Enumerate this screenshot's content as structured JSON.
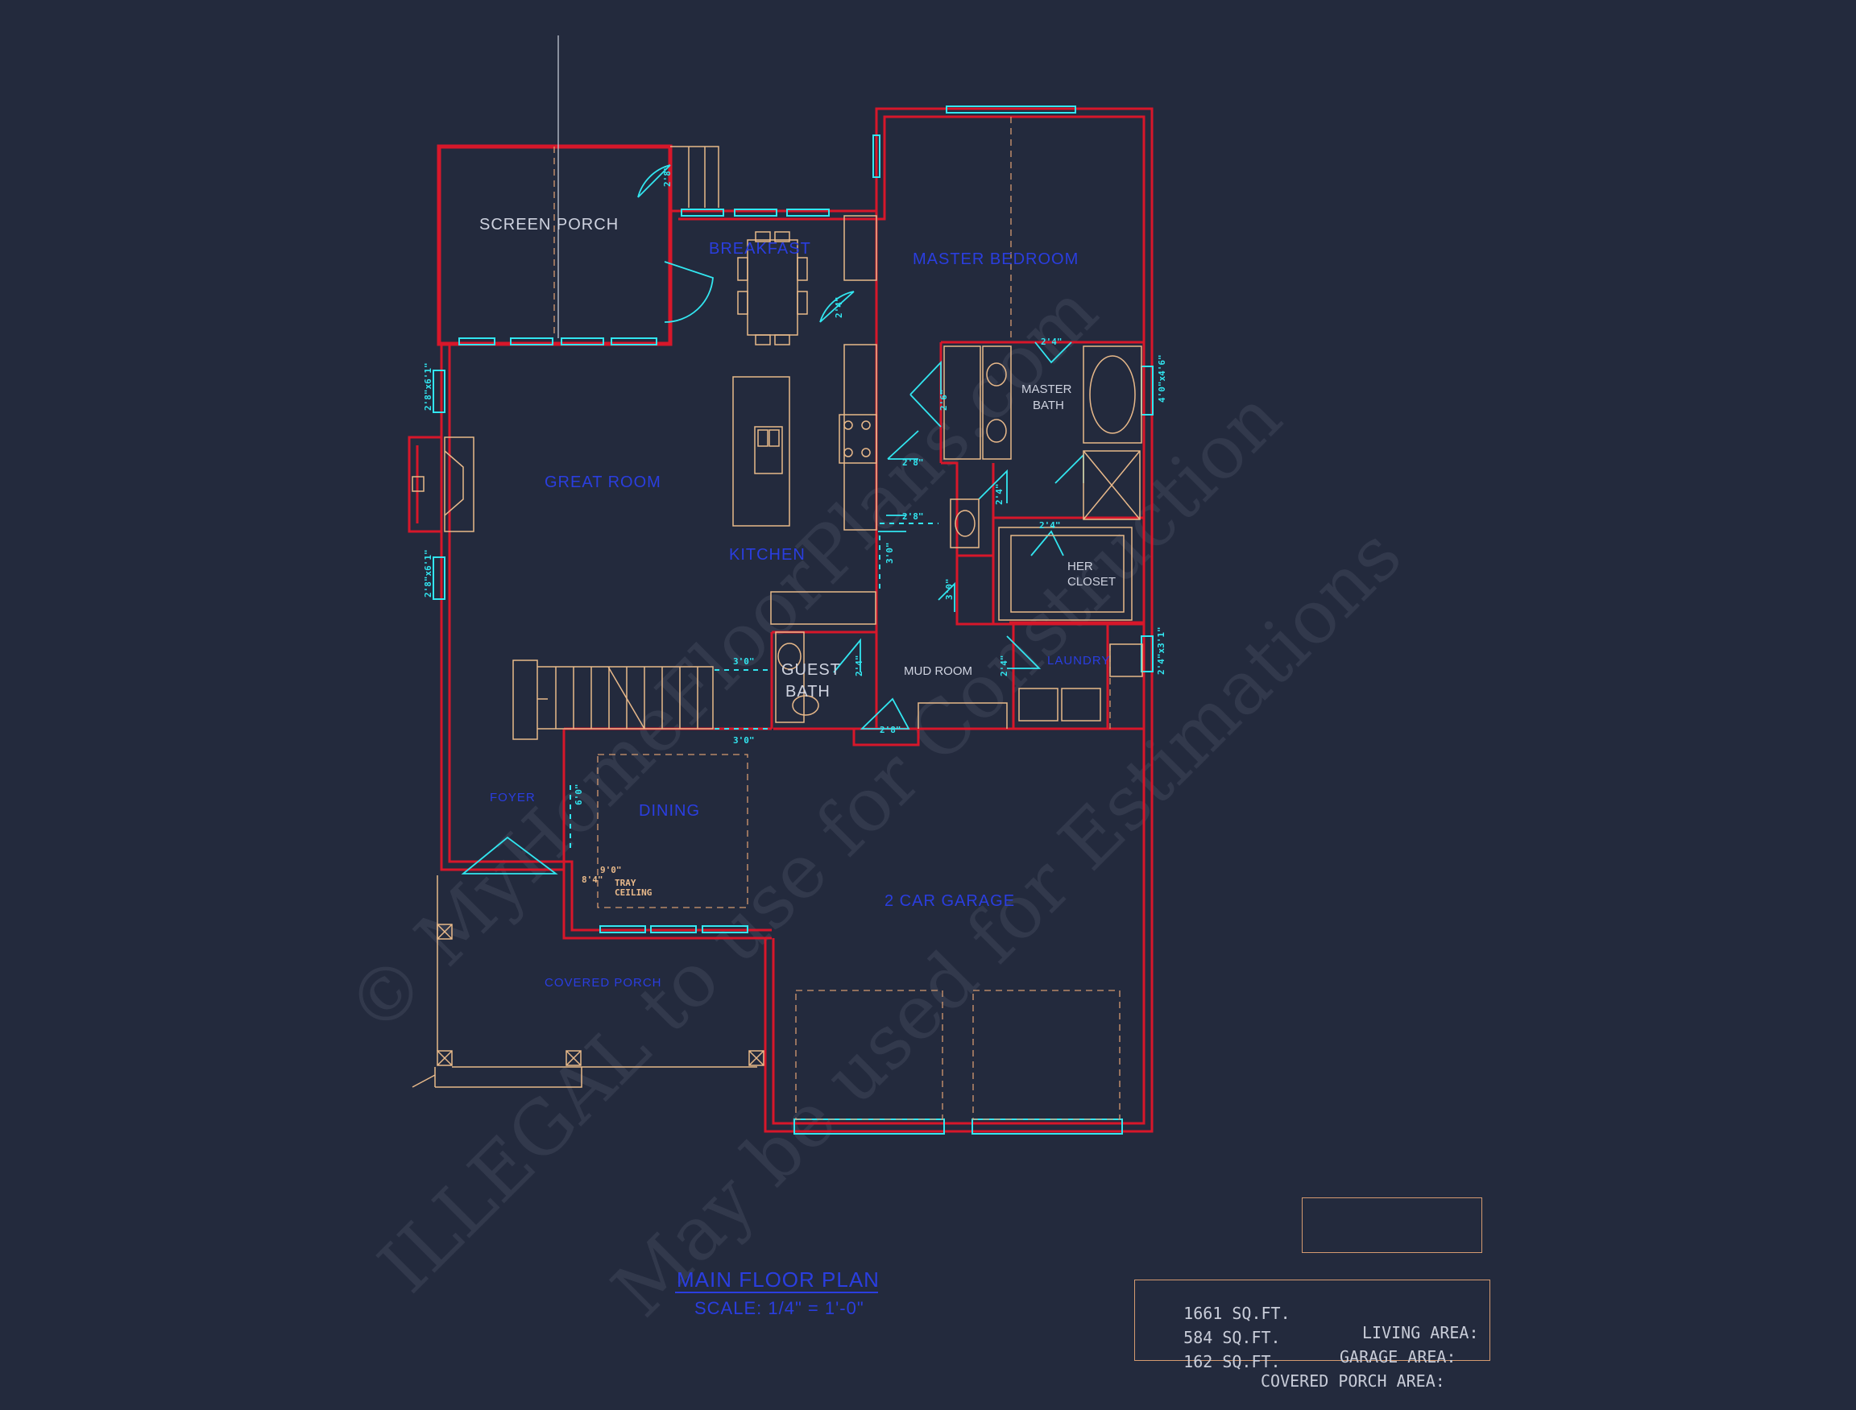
{
  "plan": {
    "rooms": {
      "screen_porch": "SCREEN PORCH",
      "breakfast": "BREAKFAST",
      "master_bedroom": "MASTER BEDROOM",
      "master_bath_1": "MASTER",
      "master_bath_2": "BATH",
      "great_room": "GREAT ROOM",
      "kitchen": "KITCHEN",
      "her_closet_1": "HER",
      "her_closet_2": "CLOSET",
      "guest_bath_1": "GUEST",
      "guest_bath_2": "BATH",
      "mud_room": "MUD ROOM",
      "laundry": "LAUNDRY",
      "foyer": "FOYER",
      "dining": "DINING",
      "tray_ceiling_1": "TRAY",
      "tray_ceiling_2": "CEILING",
      "garage": "2 CAR GARAGE",
      "covered_porch": "COVERED PORCH"
    },
    "dims": {
      "porch_door": "2'8\"",
      "breakfast_door": "2'4\"",
      "window_left_1": "2'8\"x6'1\"",
      "window_left_2": "2'8\"x6'1\"",
      "master_bath_door": "2'4\"",
      "closet_door_1": "2'6\"",
      "closet_door_2": "2'8\"",
      "tub_window": "4'0\"x4'6\"",
      "wc_door": "2'4\"",
      "opening_1": "2'8\"",
      "closet_door_3": "2'4\"",
      "hall_opening": "3'0\"",
      "closet_door_4": "3'0\"",
      "stair_opening_1": "3'0\"",
      "stair_opening_2": "3'0\"",
      "guest_door": "2'4\"",
      "mud_door": "2'8\"",
      "laundry_door": "2'4\"",
      "laundry_window": "2'4\"x3'1\"",
      "dining_opening": "6'0\"",
      "tray_1": "9'0\"",
      "tray_2": "8'4\""
    },
    "title": "MAIN FLOOR PLAN",
    "scale": "SCALE: 1/4\" = 1'-0\""
  },
  "area_table": {
    "living_value": "1661 SQ.FT.",
    "living_label": "LIVING AREA:",
    "garage_value": "584 SQ.FT.",
    "garage_label": "GARAGE AREA:",
    "porch_value": "162 SQ.FT.",
    "porch_label": "COVERED PORCH AREA:"
  },
  "watermark": {
    "line1": "© MyHomeFloorPlans.com",
    "line2": "ILLEGAL to use for Construction",
    "line3": "May be used for Estimations"
  },
  "colors": {
    "background": "#232a3d",
    "wall": "#d7172a",
    "window": "#32e6f0",
    "fixture": "#e8b98a",
    "label": "#2a3ee0"
  }
}
